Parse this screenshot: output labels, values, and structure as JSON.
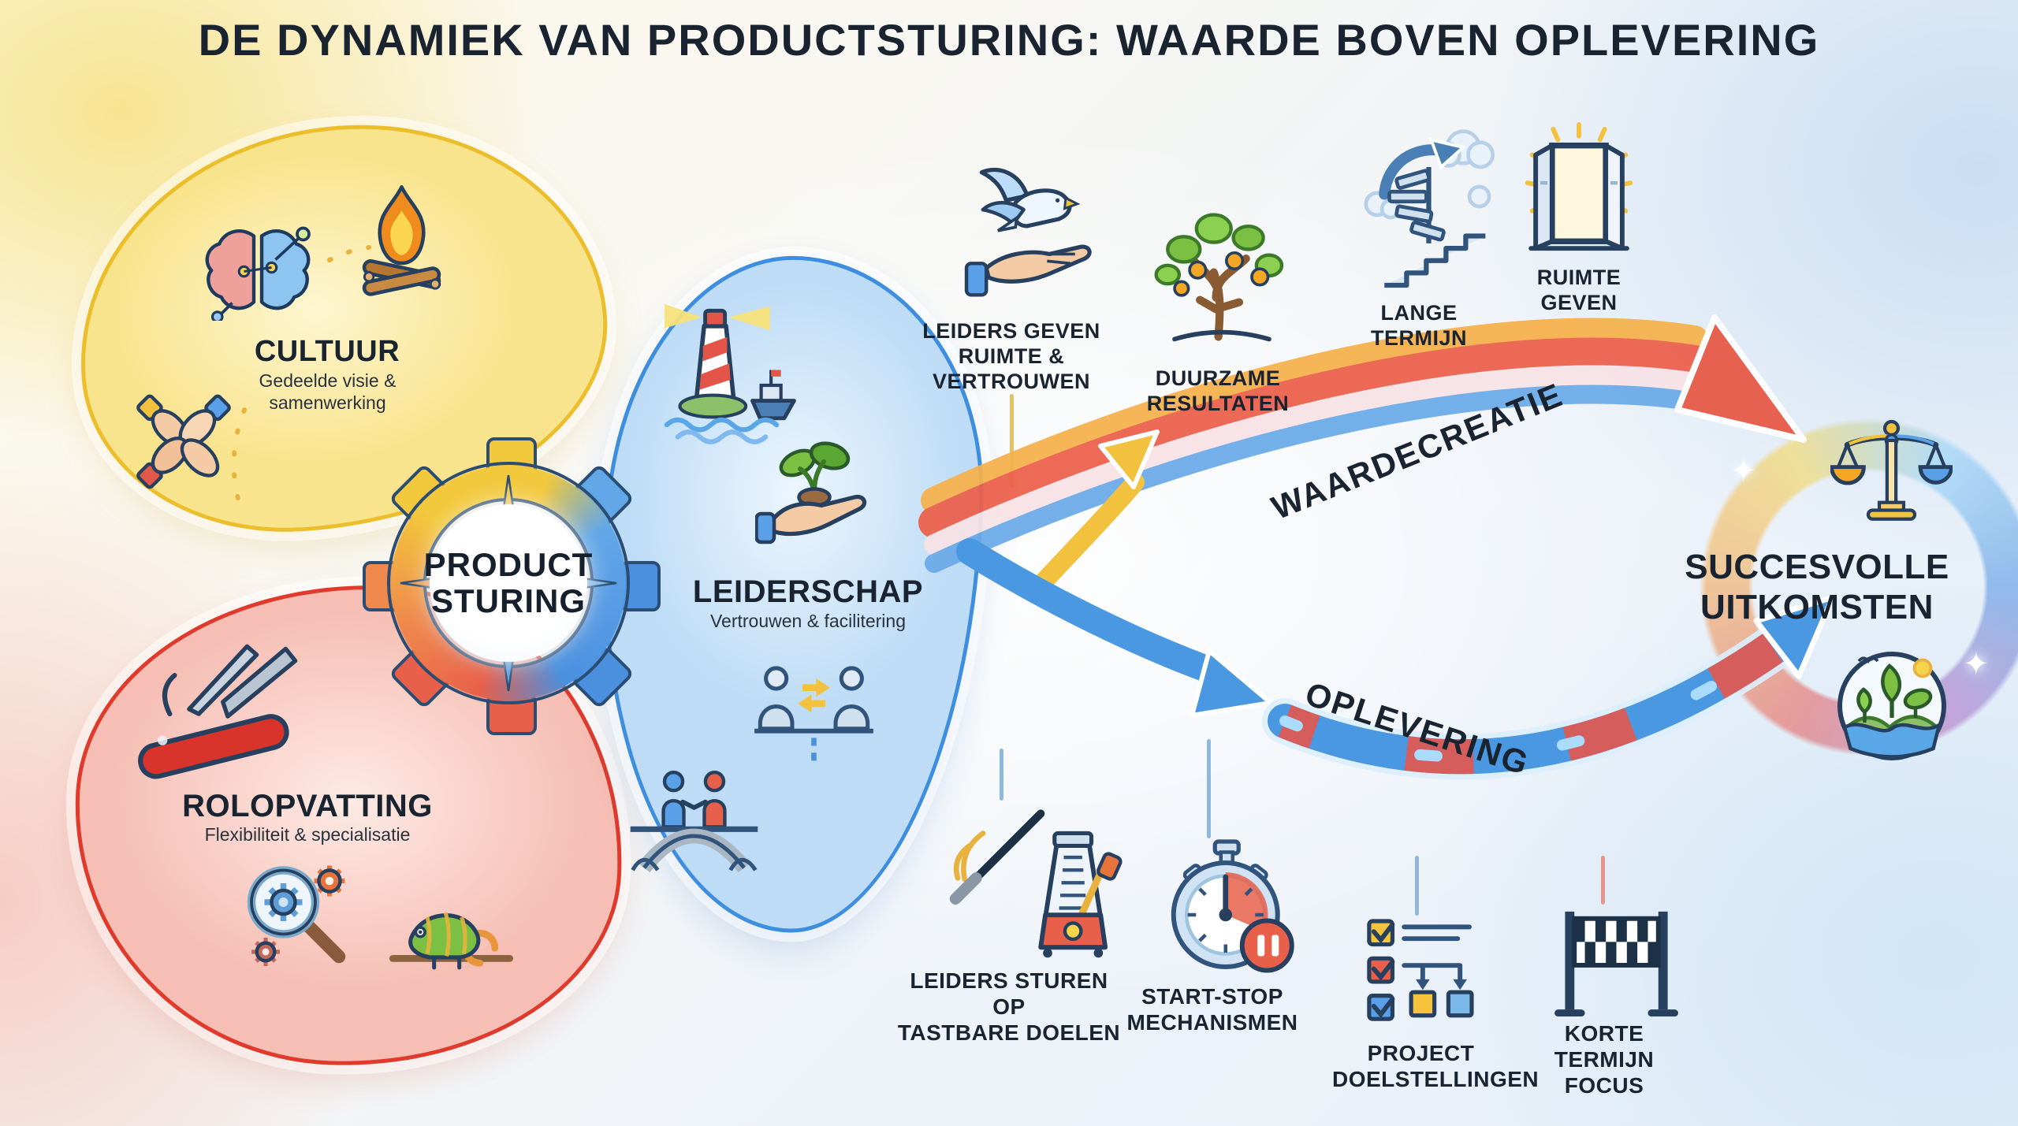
{
  "title": "DE DYNAMIEK VAN PRODUCTSTURING: WAARDE BOVEN OPLEVERING",
  "center": {
    "icon": "compass-gear-icon",
    "lines": [
      "PRODUCT",
      "STURING"
    ]
  },
  "cultuur": {
    "label": "CULTUUR",
    "sublabel": "Gedeelde visie & samenwerking",
    "icons": [
      "split-brain-icon",
      "campfire-icon",
      "hands-together-icon"
    ]
  },
  "rolopvatting": {
    "label": "ROLOPVATTING",
    "sublabel": "Flexibiliteit & specialisatie",
    "icons": [
      "swiss-army-knife-icon",
      "magnifier-gears-icon",
      "chameleon-icon"
    ]
  },
  "leiderschap": {
    "label": "LEIDERSCHAP",
    "sublabel": "Vertrouwen & facilitering",
    "icons": [
      "lighthouse-ship-icon",
      "hand-seedling-icon",
      "people-exchange-icon",
      "handshake-bridge-icon"
    ]
  },
  "waardecreatie": {
    "path_label": "WAARDECREATIE",
    "items": [
      {
        "icon": "dove-hand-icon",
        "lines": [
          "LEIDERS GEVEN",
          "RUIMTE &",
          "VERTROUWEN"
        ]
      },
      {
        "icon": "fruit-tree-icon",
        "lines": [
          "DUURZAME",
          "RESULTATEN"
        ]
      },
      {
        "icon": "spiral-stairs-icon",
        "lines": [
          "LANGE",
          "TERMIJN"
        ]
      },
      {
        "icon": "open-door-icon",
        "lines": [
          "RUIMTE",
          "GEVEN"
        ]
      }
    ]
  },
  "oplevering": {
    "path_label": "OPLEVERING",
    "items": [
      {
        "icon": "metronome-icon",
        "lines": [
          "LEIDERS STUREN OP",
          "TASTBARE DOELEN"
        ]
      },
      {
        "icon": "stopwatch-pause-icon",
        "lines": [
          "START-STOP",
          "MECHANISMEN"
        ]
      },
      {
        "icon": "checklist-flow-icon",
        "lines": [
          "PROJECT",
          "DOELSTELLINGEN"
        ]
      },
      {
        "icon": "finish-banner-icon",
        "lines": [
          "KORTE TERMIJN",
          "FOCUS"
        ]
      }
    ]
  },
  "outcome": {
    "lines": [
      "SUCCESVOLLE",
      "UITKOMSTEN"
    ],
    "icons": [
      "balance-scales-icon",
      "eco-landscape-icon"
    ]
  },
  "colors": {
    "culture_yellow": "#edbe2c",
    "role_red": "#df3a2c",
    "leadership_blue": "#3e8ee0",
    "value_band_red": "#e85744",
    "delivery_blue": "#4a97e2",
    "accent_gold": "#f2c23e"
  }
}
